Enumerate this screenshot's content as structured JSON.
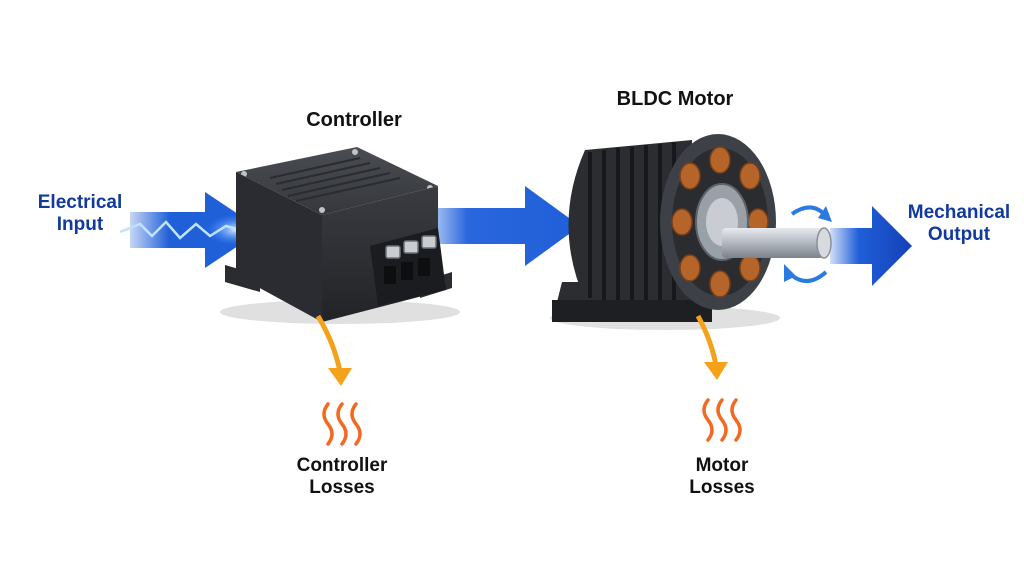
{
  "labels": {
    "electrical_input": [
      "Electrical",
      "Input"
    ],
    "controller": "Controller",
    "bldc_motor": "BLDC Motor",
    "mechanical_output": [
      "Mechanical",
      "Output"
    ],
    "controller_losses": [
      "Controller",
      "Losses"
    ],
    "motor_losses": [
      "Motor",
      "Losses"
    ]
  },
  "colors": {
    "flow_arrow": "#1f5fd8",
    "label_blue": "#123a9c",
    "loss_arrow": "#f5a21a",
    "heat": "#f26a21",
    "housing": "#2b2d31",
    "copper": "#b5652a"
  }
}
